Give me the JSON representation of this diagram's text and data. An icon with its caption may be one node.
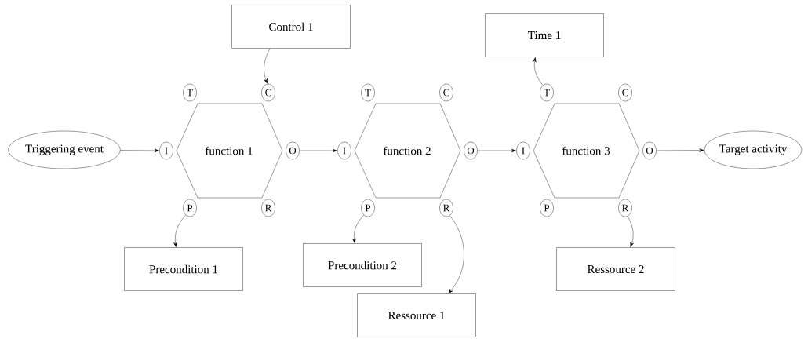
{
  "diagram": {
    "nodes": [
      {
        "text": [
          "Control 1"
        ]
      },
      {
        "text": [
          "Time 1"
        ]
      },
      {
        "text": [
          "function 1"
        ]
      },
      {
        "text": [
          "T"
        ]
      },
      {
        "text": [
          "C"
        ]
      },
      {
        "text": [
          "I"
        ]
      },
      {
        "text": [
          "O"
        ]
      },
      {
        "text": [
          "P"
        ]
      },
      {
        "text": [
          "R"
        ]
      },
      {
        "text": [
          "function 2"
        ]
      },
      {
        "text": [
          "T"
        ]
      },
      {
        "text": [
          "C"
        ]
      },
      {
        "text": [
          "I"
        ]
      },
      {
        "text": [
          "O"
        ]
      },
      {
        "text": [
          "P"
        ]
      },
      {
        "text": [
          "R"
        ]
      },
      {
        "text": [
          "function 3"
        ]
      },
      {
        "text": [
          "T"
        ]
      },
      {
        "text": [
          "C"
        ]
      },
      {
        "text": [
          "I"
        ]
      },
      {
        "text": [
          "O"
        ]
      },
      {
        "text": [
          "P"
        ]
      },
      {
        "text": [
          "R"
        ]
      },
      {
        "text": [
          "Triggering event"
        ]
      },
      {
        "text": [
          "Target activity"
        ]
      },
      {
        "text": [
          "Precondition 1"
        ]
      },
      {
        "text": [
          "Precondition 2"
        ]
      },
      {
        "text": [
          "Ressource 1"
        ]
      },
      {
        "text": [
          "Ressource 2"
        ]
      }
    ],
    "edges": [
      {
        "from": 23,
        "to": 5,
        "arrow": "to"
      },
      {
        "from": 0,
        "to": 4,
        "arrow": "to"
      },
      {
        "from": 6,
        "to": 12,
        "arrow": "to"
      },
      {
        "from": 7,
        "to": 25,
        "arrow": "to"
      },
      {
        "from": 13,
        "to": 19,
        "arrow": "to"
      },
      {
        "from": 14,
        "to": 26,
        "arrow": "to"
      },
      {
        "from": 15,
        "to": 27,
        "arrow": "to"
      },
      {
        "from": 17,
        "to": 1,
        "arrow": "to"
      },
      {
        "from": 20,
        "to": 24,
        "arrow": "to"
      },
      {
        "from": 22,
        "to": 28,
        "arrow": "to"
      }
    ]
  }
}
